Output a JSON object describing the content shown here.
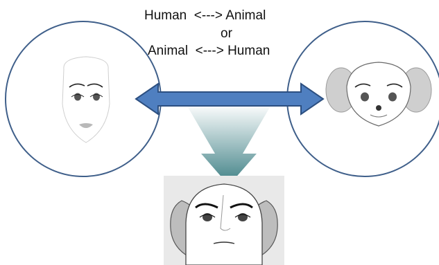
{
  "captions": {
    "line1": "Human  <---> Animal",
    "line2": "or",
    "line3": "Animal  <---> Human"
  },
  "colors": {
    "circle_stroke": "#3f5f8a",
    "arrow_fill": "#4f7fc0",
    "arrow_stroke": "#2c4f80",
    "funnel_top": "#ffffff",
    "funnel_bottom": "#3d7f84",
    "result_bg": "#e9e9e9"
  },
  "icons": {
    "left_circle": "human-face-icon",
    "right_circle": "mouse-face-icon",
    "result": "hybrid-face-icon"
  }
}
